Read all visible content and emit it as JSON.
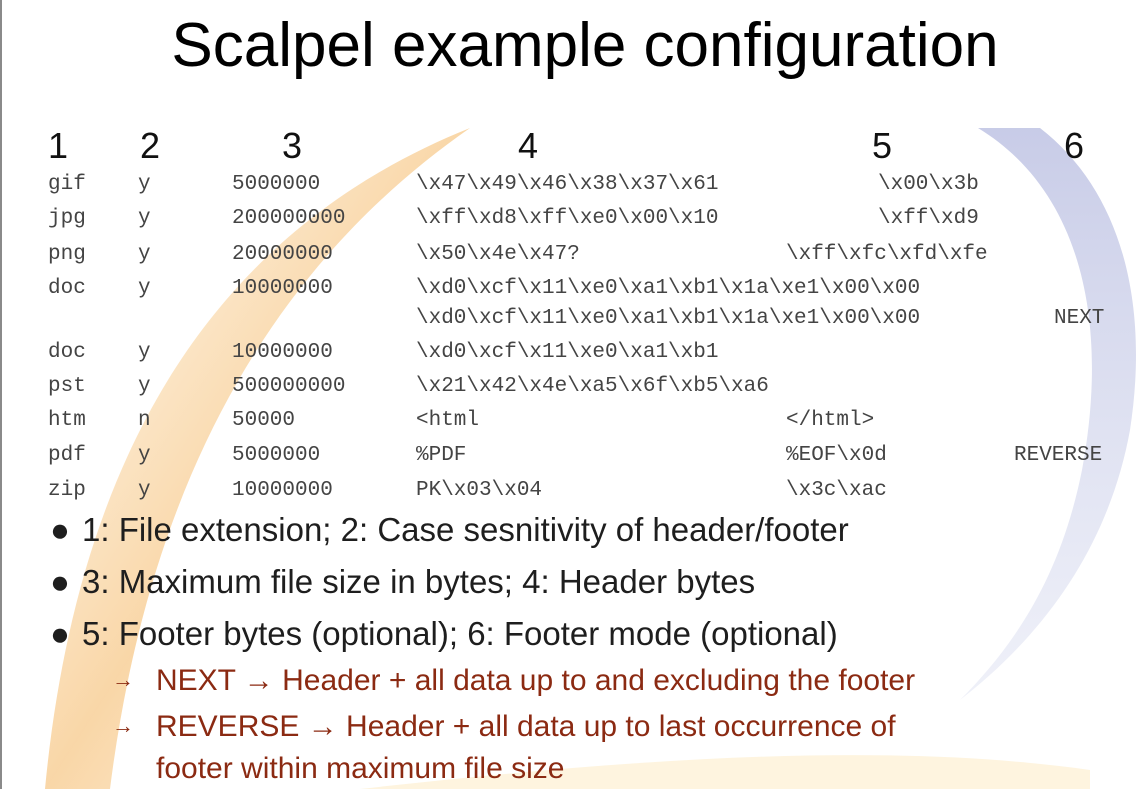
{
  "title": "Scalpel example configuration",
  "column_headers": [
    "1",
    "2",
    "3",
    "4",
    "5",
    "6"
  ],
  "rows": [
    {
      "ext": "gif",
      "case": "y",
      "size": "5000000",
      "header": "\\x47\\x49\\x46\\x38\\x37\\x61",
      "footer": "\\x00\\x3b",
      "mode": ""
    },
    {
      "ext": "jpg",
      "case": "y",
      "size": "200000000",
      "header": "\\xff\\xd8\\xff\\xe0\\x00\\x10",
      "footer": "\\xff\\xd9",
      "mode": ""
    },
    {
      "ext": "png",
      "case": "y",
      "size": "20000000",
      "header": "\\x50\\x4e\\x47?",
      "footer": "\\xff\\xfc\\xfd\\xfe",
      "mode": ""
    },
    {
      "ext": "doc",
      "case": "y",
      "size": "10000000",
      "header": "\\xd0\\xcf\\x11\\xe0\\xa1\\xb1\\x1a\\xe1\\x00\\x00",
      "footer": "",
      "mode": ""
    },
    {
      "ext": "",
      "case": "",
      "size": "",
      "header": "\\xd0\\xcf\\x11\\xe0\\xa1\\xb1\\x1a\\xe1\\x00\\x00",
      "footer": "",
      "mode": "NEXT"
    },
    {
      "ext": "doc",
      "case": "y",
      "size": "10000000",
      "header": "\\xd0\\xcf\\x11\\xe0\\xa1\\xb1",
      "footer": "",
      "mode": ""
    },
    {
      "ext": "pst",
      "case": "y",
      "size": "500000000",
      "header": "\\x21\\x42\\x4e\\xa5\\x6f\\xb5\\xa6",
      "footer": "",
      "mode": ""
    },
    {
      "ext": "htm",
      "case": "n",
      "size": "50000",
      "header": "<html",
      "footer": "</html>",
      "mode": ""
    },
    {
      "ext": "pdf",
      "case": "y",
      "size": "5000000",
      "header": "%PDF",
      "footer": "%EOF\\x0d",
      "mode": "REVERSE"
    },
    {
      "ext": "zip",
      "case": "y",
      "size": "10000000",
      "header": "PK\\x03\\x04",
      "footer": "\\x3c\\xac",
      "mode": ""
    }
  ],
  "bullets": [
    "1: File extension; 2: Case sesnitivity of header/footer",
    "3: Maximum file size in bytes; 4: Header bytes",
    "5: Footer bytes (optional); 6: Footer mode (optional)"
  ],
  "sub_bullets": [
    {
      "arrow": "→",
      "lines": [
        "NEXT → Header + all data up to and excluding the footer"
      ]
    },
    {
      "arrow": "→",
      "lines": [
        "REVERSE → Header + all data up to last occurrence of",
        "footer within maximum file size"
      ]
    }
  ],
  "colors": {
    "accent_orange": "#f7c98a",
    "accent_blue": "#c9cde8",
    "sub_bullet_text": "#8b2a12"
  }
}
